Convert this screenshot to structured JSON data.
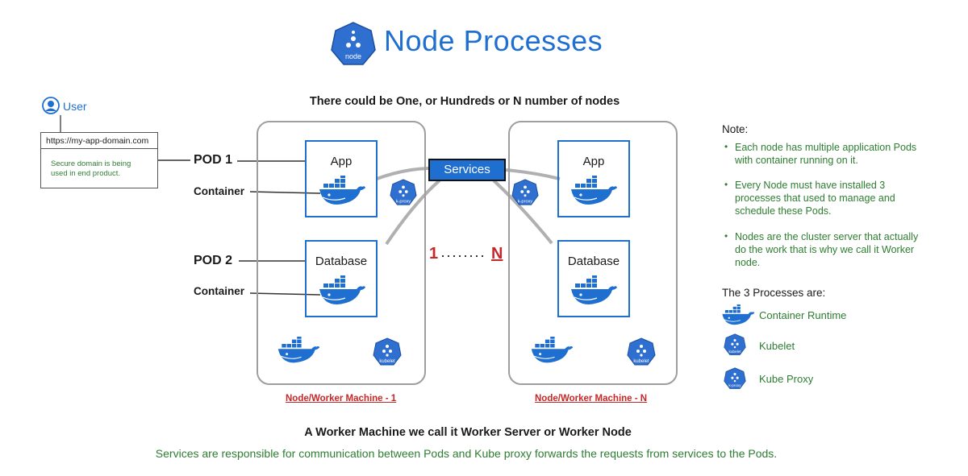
{
  "title": "Node Processes",
  "logo_text": "node",
  "subtitle": "There could be One, or Hundreds or N number of nodes",
  "user": {
    "label": "User"
  },
  "browser": {
    "url": "https://my-app-domain.com",
    "text": "Secure domain is being used in end product."
  },
  "pods": {
    "pod1_label": "POD 1",
    "pod2_label": "POD 2",
    "container1_label": "Container",
    "container2_label": "Container"
  },
  "node1": {
    "app_title": "App",
    "db_title": "Database",
    "caption": "Node/Worker Machine - 1",
    "kubelet_text": "kubelet",
    "kproxy_text": "k-proxy"
  },
  "node2": {
    "app_title": "App",
    "db_title": "Database",
    "caption": "Node/Worker Machine - N",
    "kubelet_text": "kubelet",
    "kproxy_text": "k-proxy"
  },
  "services_label": "Services",
  "range": {
    "start": "1",
    "end": "N"
  },
  "note": {
    "title": "Note:",
    "items": [
      "Each node has multiple application Pods with container running on it.",
      "Every Node must have installed 3 processes that used to manage and schedule these Pods.",
      "Nodes are the cluster server that actually do the work that is why we call it Worker node."
    ]
  },
  "processes": {
    "title": "The 3 Processes are:",
    "items": [
      {
        "label": "Container Runtime",
        "icon": "docker-whale-icon"
      },
      {
        "label": "Kubelet",
        "icon": "kubelet-icon",
        "badge": "kubelet"
      },
      {
        "label": "Kube Proxy",
        "icon": "kube-proxy-icon",
        "badge": "k-proxy"
      }
    ]
  },
  "footer": {
    "line1": "A Worker Machine we call it Worker Server or Worker Node",
    "line2": "Services are responsible for communication between Pods and Kube proxy forwards the requests from services to the Pods."
  },
  "colors": {
    "accent_blue": "#1f6fd1",
    "green_text": "#2e7d32",
    "red_text": "#c62828",
    "node_border": "#9e9e9e"
  }
}
